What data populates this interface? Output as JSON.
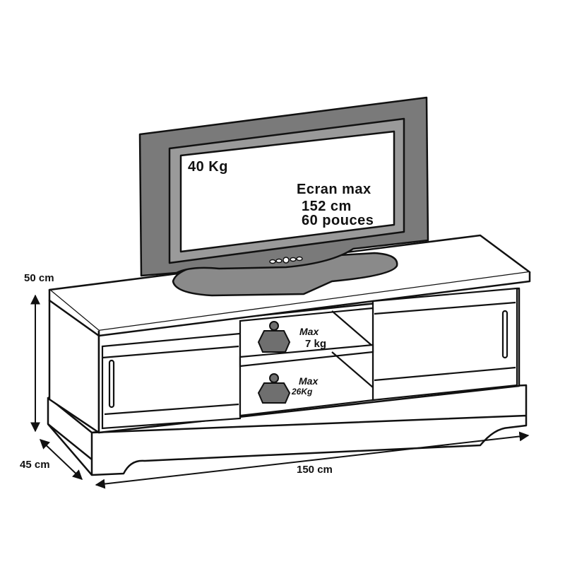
{
  "dimensions": {
    "height": "50 cm",
    "depth": "45 cm",
    "width": "150 cm"
  },
  "tv": {
    "weight": "40 Kg",
    "screen_line1": "Ecran max",
    "screen_line2": "152 cm",
    "screen_line3": "60 pouces"
  },
  "shelves": {
    "upper": {
      "max": "Max",
      "load": "7 kg"
    },
    "lower": {
      "max": "Max",
      "load": "26Kg"
    }
  },
  "colors": {
    "outline": "#111111",
    "tv_frame": "#7a7a7a",
    "tv_stand": "#8a8a8a",
    "weight_icon": "#6f6f6f",
    "furniture_fill": "#ffffff"
  }
}
